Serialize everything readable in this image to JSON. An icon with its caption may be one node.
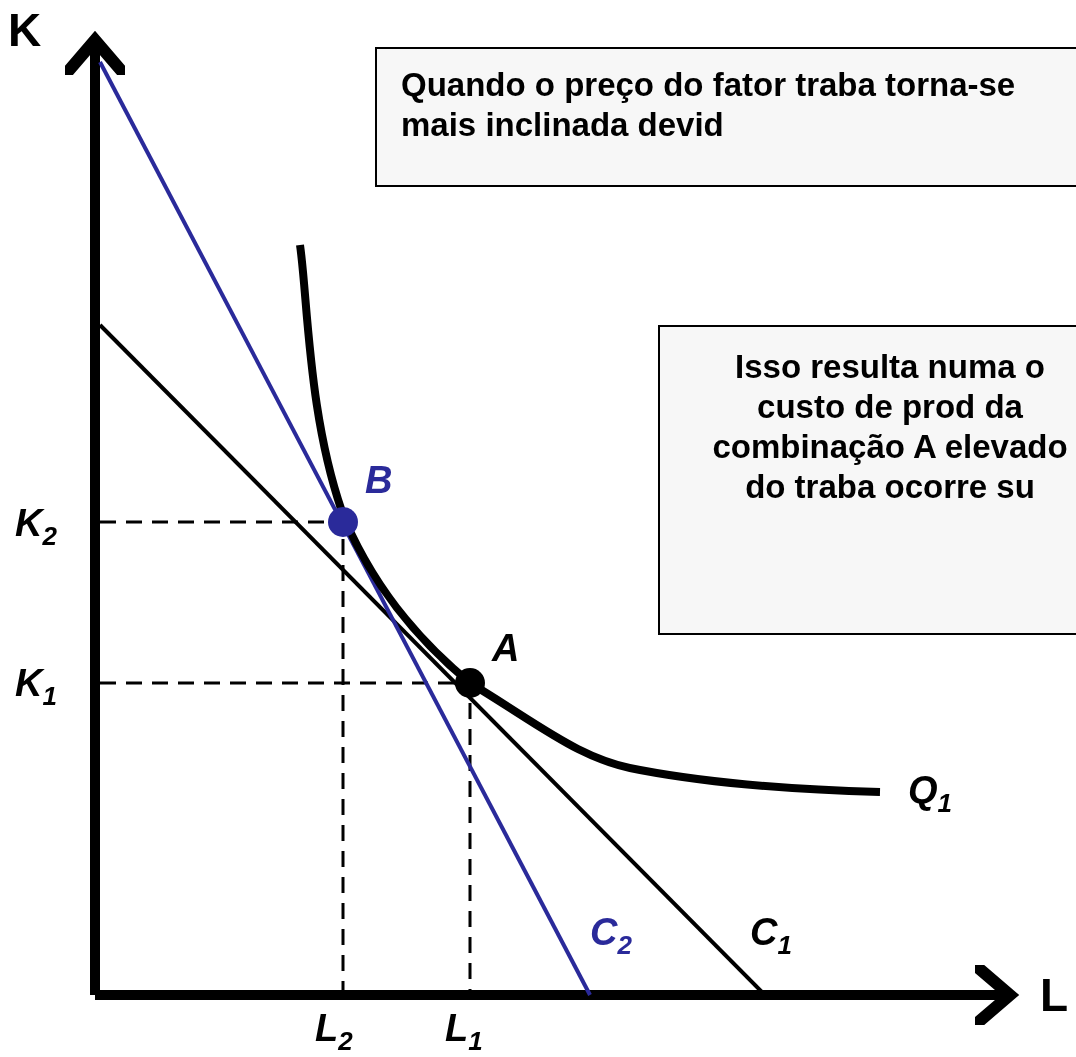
{
  "diagram": {
    "nodes": [
      {
        "text": [
          "Quando o preço do fator traba torna-se mais inclinada devid"
        ]
      },
      {
        "text": [
          "Isso resulta numa o custo de prod da combinação A elevado do traba ocorre su"
        ]
      }
    ],
    "labels": [
      "K",
      "K$_{2}$",
      "B",
      "A",
      "K$_{1}$",
      "Q$_{1}$",
      "C$_{2}$",
      "C$_{1}$",
      "L",
      "L$_{2}$",
      "L$_{1}$"
    ]
  }
}
